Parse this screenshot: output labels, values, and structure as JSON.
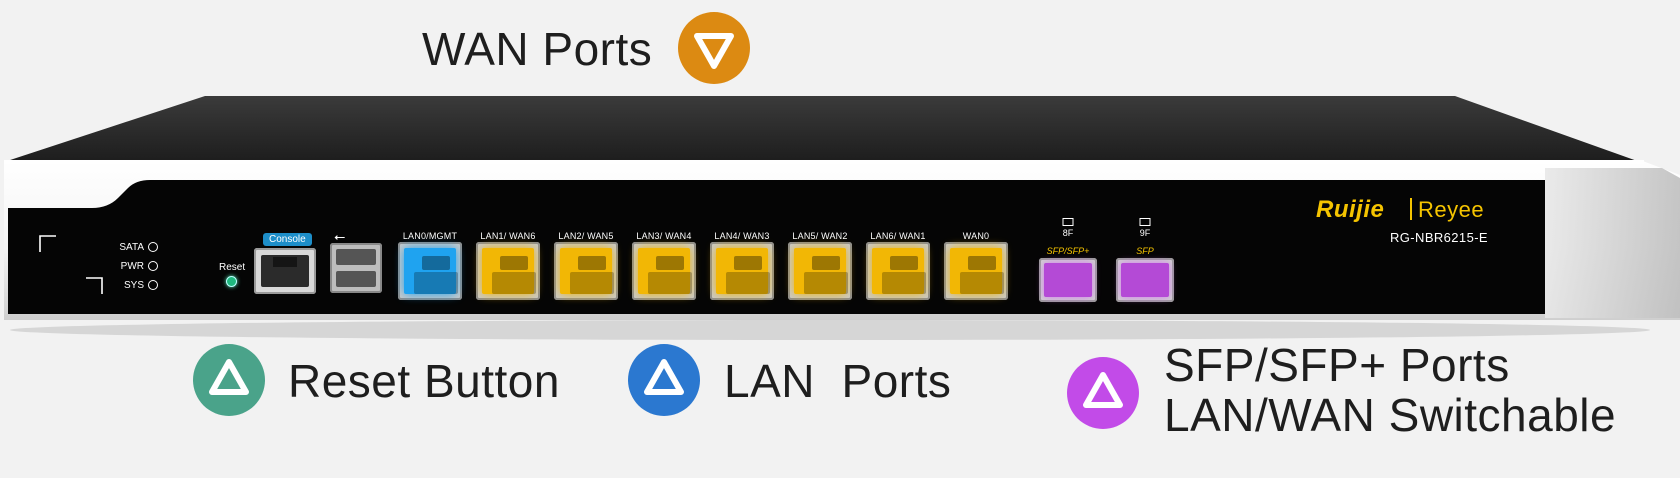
{
  "callouts": {
    "wan": {
      "label": "WAN Ports",
      "color": "#dc8a12",
      "arrow": "down-arrow"
    },
    "reset": {
      "label": "Reset Button",
      "color": "#4aa38a",
      "arrow": "up-arrow"
    },
    "lan": {
      "label": "LAN  Ports",
      "color": "#2b78d0",
      "arrow": "up-arrow"
    },
    "sfp": {
      "line1": "SFP/SFP+ Ports",
      "line2": "LAN/WAN Switchable",
      "color": "#c24be8",
      "arrow": "up-arrow"
    }
  },
  "device": {
    "brand": "Ruijie",
    "subbrand": "Reyee",
    "model": "RG-NBR6215-E",
    "console_label": "Console",
    "reset_label": "Reset",
    "status_leds": [
      {
        "label": "SATA"
      },
      {
        "label": "PWR"
      },
      {
        "label": "SYS"
      }
    ],
    "ports": [
      {
        "label": "LAN0/MGMT",
        "color": "#1fa3f0"
      },
      {
        "label": "LAN1/ WAN6",
        "color": "#f2b705"
      },
      {
        "label": "LAN2/ WAN5",
        "color": "#f2b705"
      },
      {
        "label": "LAN3/ WAN4",
        "color": "#f2b705"
      },
      {
        "label": "LAN4/ WAN3",
        "color": "#f2b705"
      },
      {
        "label": "LAN5/ WAN2",
        "color": "#f2b705"
      },
      {
        "label": "LAN6/ WAN1",
        "color": "#f2b705"
      },
      {
        "label": "WAN0",
        "color": "#f2b705"
      }
    ],
    "sfp_ports": [
      {
        "num": "8F",
        "label": "SFP/SFP+"
      },
      {
        "num": "9F",
        "label": "SFP"
      }
    ]
  }
}
